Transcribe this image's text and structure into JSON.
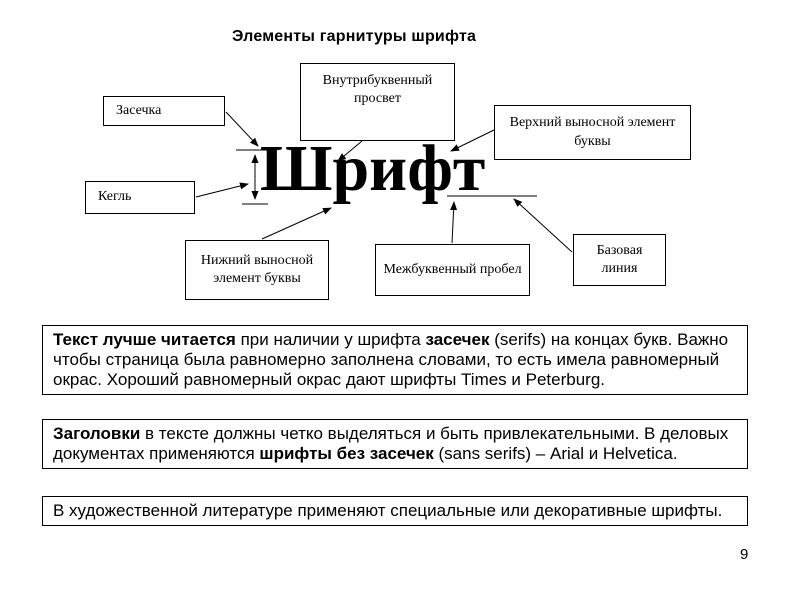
{
  "title": "Элементы гарнитуры шрифта",
  "page_number": "9",
  "diagram": {
    "word": "Шрифт",
    "labels": {
      "serif": "Засечка",
      "inner_space": "Внутрибуквенный просвет",
      "ascender": "Верхний выносной элемент буквы",
      "kegl": "Кегль",
      "descender": "Нижний выносной элемент буквы",
      "letter_space": "Межбуквенный пробел",
      "baseline": "Базовая линия"
    }
  },
  "paragraphs": {
    "readability": {
      "bold1": "Текст лучше читается",
      "normal1": " при наличии у шрифта ",
      "bold2": "засечек",
      "normal2": " (serifs) на концах букв. Важно чтобы страница была равномерно заполнена словами, то есть имела равномерный окрас. Хороший равномерный окрас дают шрифты Times и Peterburg."
    },
    "headings": {
      "bold1": "Заголовки",
      "normal1": " в тексте должны четко выделяться и быть  привлекательными. В деловых документах применяются ",
      "bold2": "шрифты без засечек",
      "normal2": " (sans serifs) – Arial и Helvetica."
    },
    "decorative": {
      "normal1": "В художественной литературе применяют специальные или декоративные шрифты."
    }
  }
}
